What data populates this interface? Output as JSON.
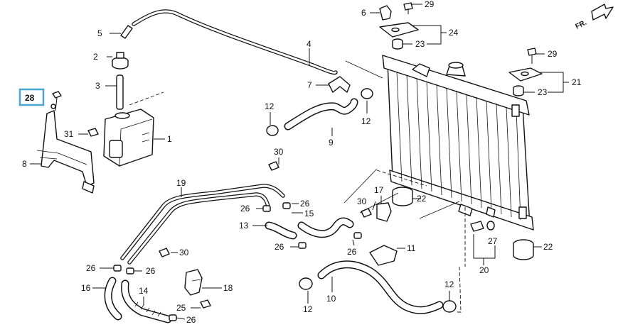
{
  "direction_label": "FR.",
  "highlighted_callout": "28",
  "accent_color": "#49a7d6",
  "callouts": [
    "1",
    "2",
    "3",
    "4",
    "5",
    "6",
    "7",
    "8",
    "9",
    "10",
    "11",
    "12",
    "13",
    "14",
    "15",
    "16",
    "17",
    "18",
    "19",
    "20",
    "21",
    "22",
    "23",
    "24",
    "25",
    "26",
    "27",
    "28",
    "29",
    "30",
    "31"
  ]
}
